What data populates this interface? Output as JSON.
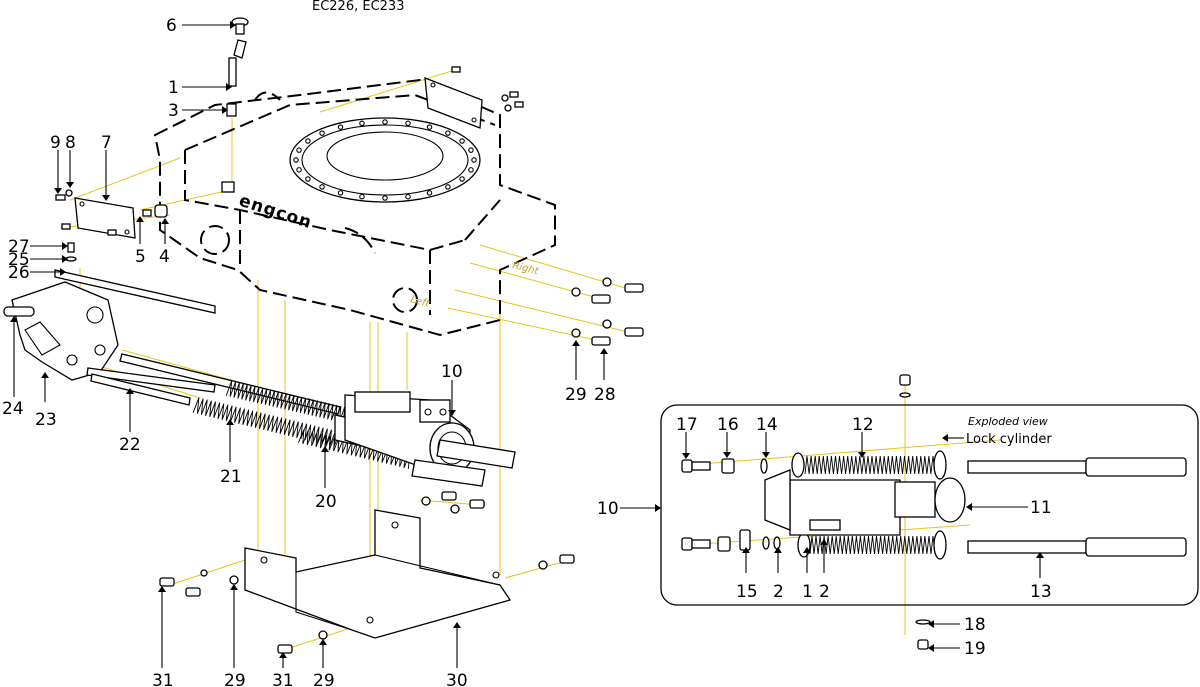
{
  "header": {
    "models": "EC226, EC233"
  },
  "labels": {
    "l1": "1",
    "l3": "3",
    "l4": "4",
    "l5": "5",
    "l6": "6",
    "l7": "7",
    "l8": "8",
    "l9": "9",
    "l10": "10",
    "l10b": "10",
    "l20": "20",
    "l21": "21",
    "l22": "22",
    "l23": "23",
    "l24": "24",
    "l25": "25",
    "l26": "26",
    "l27": "27",
    "l28": "28",
    "l29a": "29",
    "l29b": "29",
    "l29c": "29",
    "l30": "30",
    "l31a": "31",
    "l31b": "31"
  },
  "housing": {
    "logo": "engcon",
    "right_mark": "Right",
    "left_mark": "Left"
  },
  "exploded": {
    "title": "Exploded view",
    "lock_label": "Lock cylinder",
    "labels": {
      "e1": "1",
      "e2a": "2",
      "e2b": "2",
      "e11": "11",
      "e12": "12",
      "e13": "13",
      "e14": "14",
      "e15": "15",
      "e16": "16",
      "e17": "17",
      "e18": "18",
      "e19": "19"
    }
  },
  "colors": {
    "axis_line": "#e8c41a",
    "line": "#000000",
    "background": "#ffffff"
  }
}
